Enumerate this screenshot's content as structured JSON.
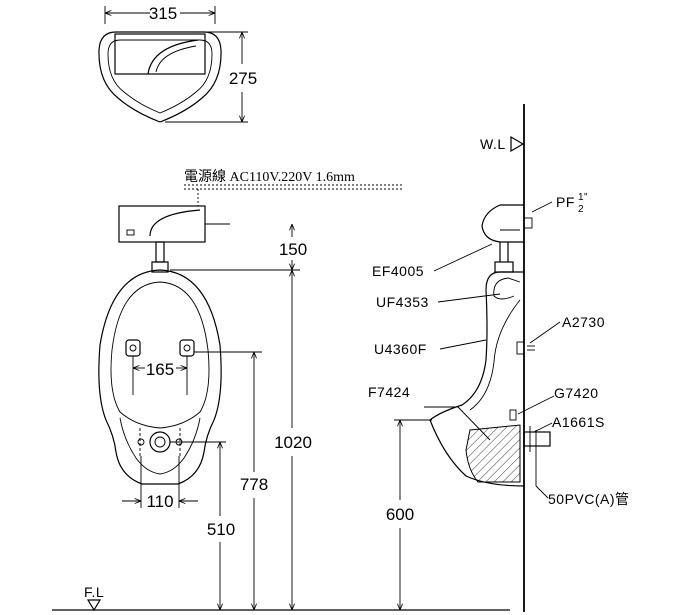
{
  "top_view": {
    "width_dim": "315",
    "depth_dim": "275"
  },
  "front_view": {
    "cable_caption": "電源線 AC110V.220V   1.6mm",
    "dim_sensor": "150",
    "dim_inner_width": "165",
    "dim_total_height": "1020",
    "dim_outlet_height": "778",
    "dim_drain_height": "510",
    "dim_drain_width": "110",
    "floor_label": "F.L"
  },
  "side_view": {
    "wall_label": "W.L",
    "parts": {
      "pf": "PF",
      "pf_frac_num": "1\"",
      "pf_frac_den": "2",
      "ef": "EF4005",
      "uf": "UF4353",
      "a2730": "A2730",
      "u4360f": "U4360F",
      "f7424": "F7424",
      "g7420": "G7420",
      "a1661s": "A1661S",
      "pipe": "50PVC(A)管"
    },
    "dim_600": "600"
  }
}
